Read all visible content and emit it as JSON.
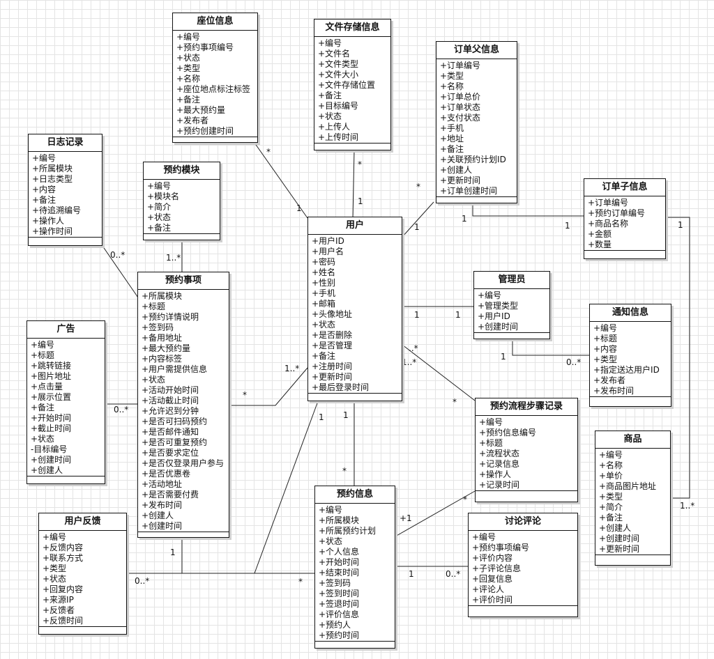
{
  "classes": {
    "zuowei": {
      "title": "座位信息",
      "attrs": [
        "+编号",
        "+预约事项编号",
        "+状态",
        "+类型",
        "+名称",
        "+座位地点标注标签",
        "+备注",
        "+最大预约量",
        "+发布者",
        "+预约创建时间"
      ]
    },
    "wenjian": {
      "title": "文件存储信息",
      "attrs": [
        "+编号",
        "+文件名",
        "+文件类型",
        "+文件大小",
        "+文件存储位置",
        "+备注",
        "+目标编号",
        "+状态",
        "+上传人",
        "+上传时间"
      ]
    },
    "dingdanfu": {
      "title": "订单父信息",
      "attrs": [
        "+订单编号",
        "+类型",
        "+名称",
        "+订单总价",
        "+订单状态",
        "+支付状态",
        "+手机",
        "+地址",
        "+备注",
        "+关联预约计划ID",
        "+创建人",
        "+更新时间",
        "+订单创建时间"
      ]
    },
    "rizhi": {
      "title": "日志记录",
      "attrs": [
        "+编号",
        "+所属模块",
        "+日志类型",
        "+内容",
        "+备注",
        "+待追溯编号",
        "+操作人",
        "+操作时间"
      ]
    },
    "mokuai": {
      "title": "预约模块",
      "attrs": [
        "+编号",
        "+模块名",
        "+简介",
        "+状态",
        "+备注"
      ]
    },
    "dingdanzi": {
      "title": "订单子信息",
      "attrs": [
        "+订单编号",
        "+预约订单编号",
        "+商品名称",
        "+金额",
        "+数量"
      ]
    },
    "yonghu": {
      "title": "用户",
      "attrs": [
        "+用户ID",
        "+用户名",
        "+密码",
        "+姓名",
        "+性别",
        "+手机",
        "+邮箱",
        "+头像地址",
        "+状态",
        "+是否删除",
        "+是否管理",
        "+备注",
        "+注册时间",
        "+更新时间",
        "+最后登录时间"
      ]
    },
    "guanliyuan": {
      "title": "管理员",
      "attrs": [
        "+编号",
        "+管理类型",
        "+用户ID",
        "+创建时间"
      ]
    },
    "tongzhi": {
      "title": "通知信息",
      "attrs": [
        "+编号",
        "+标题",
        "+内容",
        "+类型",
        "+指定送达用户ID",
        "+发布者",
        "+发布时间"
      ]
    },
    "shixiang": {
      "title": "预约事项",
      "attrs": [
        "+所属模块",
        "+标题",
        "+预约详情说明",
        "+签到码",
        "+备用地址",
        "+最大预约量",
        "+内容标签",
        "+用户需提供信息",
        "+状态",
        "+活动开始时间",
        "+活动截止时间",
        "+允许迟到分钟",
        "+是否可扫码预约",
        "+是否邮件通知",
        "+是否可重复预约",
        "+是否要求定位",
        "+是否仅登录用户参与",
        "+是否优惠卷",
        "+活动地址",
        "+是否需要付费",
        "+发布时间",
        "+创建人",
        "+创建时间"
      ]
    },
    "guanggao": {
      "title": "广告",
      "attrs": [
        "+编号",
        "+标题",
        "+跳转链接",
        "+图片地址",
        "+点击量",
        "+展示位置",
        "+备注",
        "+开始时间",
        "+截止时间",
        "+状态",
        "-目标编号",
        "+创建时间",
        "+创建人"
      ]
    },
    "liucheng": {
      "title": "预约流程步骤记录",
      "attrs": [
        "+编号",
        "+预约信息编号",
        "+标题",
        "+流程状态",
        "+记录信息",
        "+操作人",
        "+记录时间"
      ]
    },
    "shangpin": {
      "title": "商品",
      "attrs": [
        "+编号",
        "+名称",
        "+单价",
        "+商品图片地址",
        "+类型",
        "+简介",
        "+备注",
        "+创建人",
        "+创建时间",
        "+更新时间"
      ]
    },
    "fankui": {
      "title": "用户反馈",
      "attrs": [
        "+编号",
        "+反馈内容",
        "+联系方式",
        "+类型",
        "+状态",
        "+回复内容",
        "+来源IP",
        "+反馈者",
        "+反馈时间"
      ]
    },
    "yuyue": {
      "title": "预约信息",
      "attrs": [
        "+编号",
        "+所属模块",
        "+所属预约计划",
        "+状态",
        "+个人信息",
        "+开始时间",
        "+结束时间",
        "+签到码",
        "+签到时间",
        "+签退时间",
        "+评价信息",
        "+预约人",
        "+预约时间"
      ]
    },
    "pinglun": {
      "title": "讨论评论",
      "attrs": [
        "+编号",
        "+预约事项编号",
        "+评价内容",
        "+子评论信息",
        "+回复信息",
        "+评论人",
        "+评价时间"
      ]
    }
  },
  "multiplicities": {
    "m_zuowei_star": "*",
    "m_zuowei_user_1": "1",
    "m_file_star": "*",
    "m_file_user_1": "1",
    "m_order_star": "*",
    "m_order_user_1": "1",
    "m_order_sub_1": "1",
    "m_sub_order_1": "1",
    "m_sub_goods_1": "1",
    "m_goods_1star": "1..*",
    "m_log_0star": "0..*",
    "m_module_1star": "1..*",
    "m_sx_user_1star": "1..*",
    "m_sx_star": "*",
    "m_ad_0star": "0..*",
    "m_admin_user_1": "1",
    "m_admin_1": "1",
    "m_admin_notice_1": "1",
    "m_notice_0star": "0..*",
    "m_user_flow_dotstar": "..*",
    "m_user_flow_1star": "1..*",
    "m_flow_star": "*",
    "m_user_yuyue_1a": "1",
    "m_user_yuyue_1b": "1",
    "m_yuyue_star": "*",
    "m_flow_yuyue_star": "*",
    "m_yuyue_flow_p1": "+1",
    "m_yuyue_comment_1": "1",
    "m_comment_0star": "0..*",
    "m_fb_1": "1",
    "m_fb_0star": "0..*",
    "m_fb_star": "*"
  }
}
